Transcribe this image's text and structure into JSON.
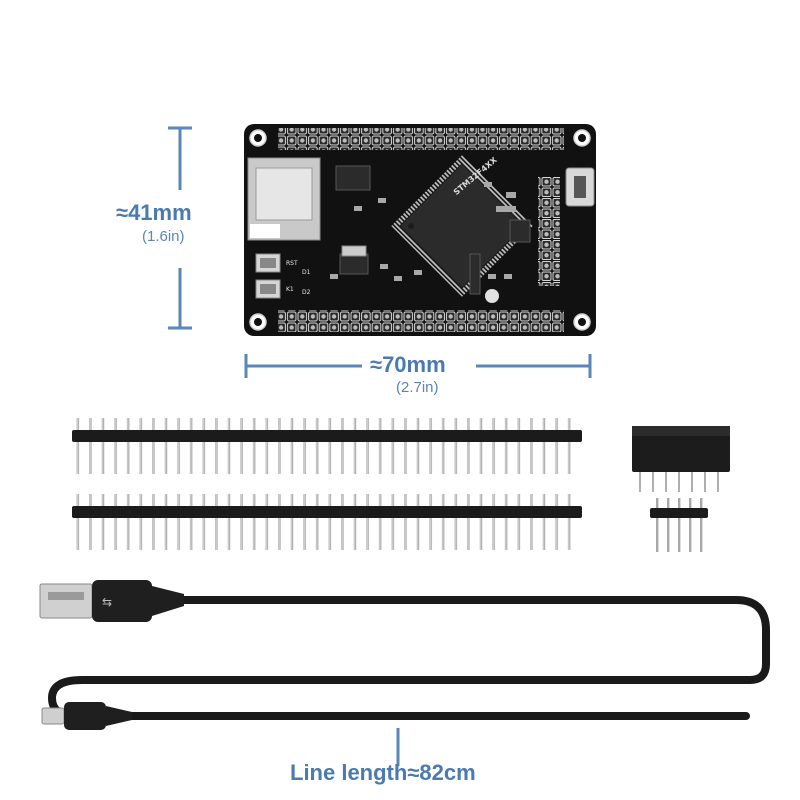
{
  "dimensions": {
    "height": {
      "metric": "≈41mm",
      "imperial": "(1.6in)"
    },
    "width": {
      "metric": "≈70mm",
      "imperial": "(2.7in)"
    }
  },
  "board": {
    "mcu_label": "STM32F4XX",
    "button_labels": [
      "RST",
      "K1"
    ],
    "led_labels": [
      "D1",
      "D2"
    ]
  },
  "cable": {
    "caption": "Line length≈82cm"
  },
  "colors": {
    "accent": "#4a7ab0",
    "pcb": "#111111",
    "cable": "#1a1a1a"
  }
}
